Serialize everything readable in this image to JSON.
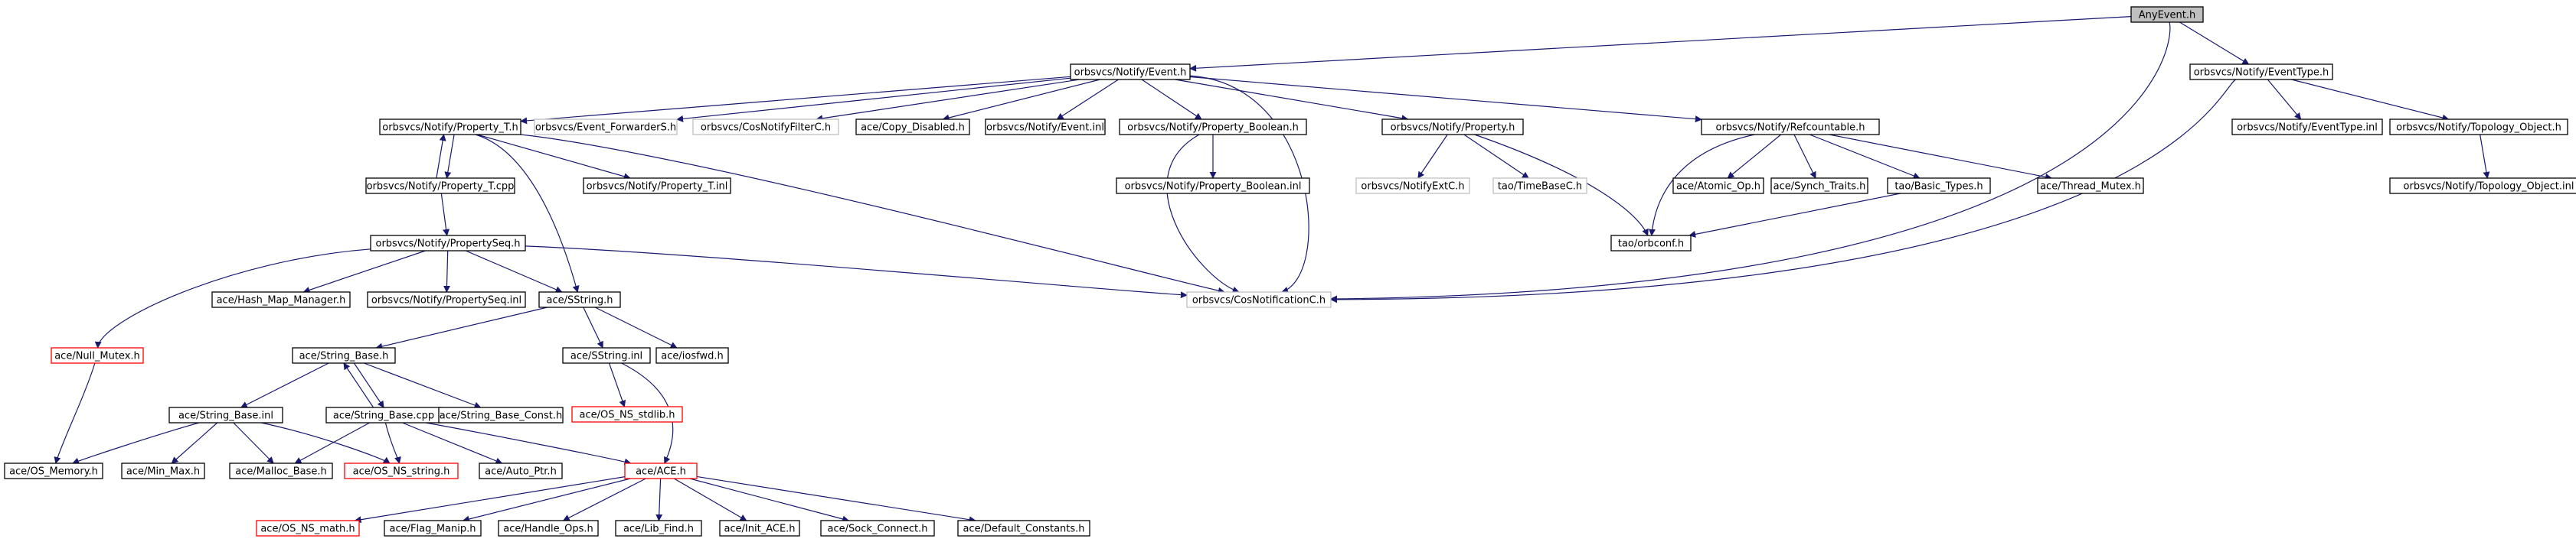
{
  "diagram": {
    "colors": {
      "edge": "#191970",
      "border_default": "#000000",
      "border_truncated": "#ff0000",
      "border_external": "#bfbfbf",
      "fill_root": "#bfbfbf",
      "fill_default": "#ffffff"
    },
    "nodes": [
      {
        "id": "anyevent_h",
        "label": "AnyEvent.h",
        "style": "root"
      },
      {
        "id": "event_h",
        "label": "orbsvcs/Notify/Event.h",
        "style": "default"
      },
      {
        "id": "eventtype_h",
        "label": "orbsvcs/Notify/EventType.h",
        "style": "default"
      },
      {
        "id": "property_t_h",
        "label": "orbsvcs/Notify/Property_T.h",
        "style": "default"
      },
      {
        "id": "event_forwarders_h",
        "label": "orbsvcs/Event_ForwarderS.h",
        "style": "external"
      },
      {
        "id": "cosnotifyfilterc_h",
        "label": "orbsvcs/CosNotifyFilterC.h",
        "style": "external"
      },
      {
        "id": "copy_disabled_h",
        "label": "ace/Copy_Disabled.h",
        "style": "default"
      },
      {
        "id": "event_inl",
        "label": "orbsvcs/Notify/Event.inl",
        "style": "default"
      },
      {
        "id": "property_boolean_h",
        "label": "orbsvcs/Notify/Property_Boolean.h",
        "style": "default"
      },
      {
        "id": "property_h",
        "label": "orbsvcs/Notify/Property.h",
        "style": "default"
      },
      {
        "id": "refcountable_h",
        "label": "orbsvcs/Notify/Refcountable.h",
        "style": "default"
      },
      {
        "id": "eventtype_inl",
        "label": "orbsvcs/Notify/EventType.inl",
        "style": "default"
      },
      {
        "id": "topology_object_h",
        "label": "orbsvcs/Notify/Topology_Object.h",
        "style": "default"
      },
      {
        "id": "property_t_cpp",
        "label": "orbsvcs/Notify/Property_T.cpp",
        "style": "default"
      },
      {
        "id": "property_t_inl",
        "label": "orbsvcs/Notify/Property_T.inl",
        "style": "default"
      },
      {
        "id": "property_boolean_inl",
        "label": "orbsvcs/Notify/Property_Boolean.inl",
        "style": "default"
      },
      {
        "id": "notifyextc_h",
        "label": "orbsvcs/NotifyExtC.h",
        "style": "external"
      },
      {
        "id": "timebasec_h",
        "label": "tao/TimeBaseC.h",
        "style": "external"
      },
      {
        "id": "atomic_op_h",
        "label": "ace/Atomic_Op.h",
        "style": "default"
      },
      {
        "id": "synch_traits_h",
        "label": "ace/Synch_Traits.h",
        "style": "default"
      },
      {
        "id": "basic_types_h",
        "label": "tao/Basic_Types.h",
        "style": "default"
      },
      {
        "id": "thread_mutex_h",
        "label": "ace/Thread_Mutex.h",
        "style": "default"
      },
      {
        "id": "topology_object_inl",
        "label": "orbsvcs/Notify/Topology_Object.inl",
        "style": "default"
      },
      {
        "id": "propertyseq_h",
        "label": "orbsvcs/Notify/PropertySeq.h",
        "style": "default"
      },
      {
        "id": "orbconf_h",
        "label": "tao/orbconf.h",
        "style": "default"
      },
      {
        "id": "hash_map_manager_h",
        "label": "ace/Hash_Map_Manager.h",
        "style": "default"
      },
      {
        "id": "propertyseq_inl",
        "label": "orbsvcs/Notify/PropertySeq.inl",
        "style": "default"
      },
      {
        "id": "sstring_h",
        "label": "ace/SString.h",
        "style": "default"
      },
      {
        "id": "cosnotificationc_h",
        "label": "orbsvcs/CosNotificationC.h",
        "style": "external"
      },
      {
        "id": "null_mutex_h",
        "label": "ace/Null_Mutex.h",
        "style": "truncated"
      },
      {
        "id": "string_base_h",
        "label": "ace/String_Base.h",
        "style": "default"
      },
      {
        "id": "sstring_inl",
        "label": "ace/SString.inl",
        "style": "default"
      },
      {
        "id": "iosfwd_h",
        "label": "ace/iosfwd.h",
        "style": "default"
      },
      {
        "id": "os_ns_stdlib_h",
        "label": "ace/OS_NS_stdlib.h",
        "style": "truncated"
      },
      {
        "id": "string_base_inl",
        "label": "ace/String_Base.inl",
        "style": "default"
      },
      {
        "id": "string_base_cpp",
        "label": "ace/String_Base.cpp",
        "style": "default"
      },
      {
        "id": "string_base_const_h",
        "label": "ace/String_Base_Const.h",
        "style": "default"
      },
      {
        "id": "os_memory_h",
        "label": "ace/OS_Memory.h",
        "style": "default"
      },
      {
        "id": "min_max_h",
        "label": "ace/Min_Max.h",
        "style": "default"
      },
      {
        "id": "malloc_base_h",
        "label": "ace/Malloc_Base.h",
        "style": "default"
      },
      {
        "id": "os_ns_string_h",
        "label": "ace/OS_NS_string.h",
        "style": "truncated"
      },
      {
        "id": "auto_ptr_h",
        "label": "ace/Auto_Ptr.h",
        "style": "default"
      },
      {
        "id": "ace_h",
        "label": "ace/ACE.h",
        "style": "truncated"
      },
      {
        "id": "os_ns_math_h",
        "label": "ace/OS_NS_math.h",
        "style": "truncated"
      },
      {
        "id": "flag_manip_h",
        "label": "ace/Flag_Manip.h",
        "style": "default"
      },
      {
        "id": "handle_ops_h",
        "label": "ace/Handle_Ops.h",
        "style": "default"
      },
      {
        "id": "lib_find_h",
        "label": "ace/Lib_Find.h",
        "style": "default"
      },
      {
        "id": "init_ace_h",
        "label": "ace/Init_ACE.h",
        "style": "default"
      },
      {
        "id": "sock_connect_h",
        "label": "ace/Sock_Connect.h",
        "style": "default"
      },
      {
        "id": "default_constants_h",
        "label": "ace/Default_Constants.h",
        "style": "default"
      }
    ],
    "edges": [
      [
        "anyevent_h",
        "event_h"
      ],
      [
        "anyevent_h",
        "eventtype_h"
      ],
      [
        "anyevent_h",
        "cosnotificationc_h"
      ],
      [
        "event_h",
        "property_t_h"
      ],
      [
        "event_h",
        "event_forwarders_h"
      ],
      [
        "event_h",
        "cosnotifyfilterc_h"
      ],
      [
        "event_h",
        "copy_disabled_h"
      ],
      [
        "event_h",
        "event_inl"
      ],
      [
        "event_h",
        "property_boolean_h"
      ],
      [
        "event_h",
        "property_h"
      ],
      [
        "event_h",
        "refcountable_h"
      ],
      [
        "event_h",
        "cosnotificationc_h"
      ],
      [
        "eventtype_h",
        "eventtype_inl"
      ],
      [
        "eventtype_h",
        "topology_object_h"
      ],
      [
        "eventtype_h",
        "cosnotificationc_h"
      ],
      [
        "topology_object_h",
        "topology_object_inl"
      ],
      [
        "property_t_h",
        "property_t_cpp"
      ],
      [
        "property_t_cpp",
        "property_t_h"
      ],
      [
        "property_t_h",
        "property_t_inl"
      ],
      [
        "property_t_h",
        "sstring_h"
      ],
      [
        "property_t_h",
        "cosnotificationc_h"
      ],
      [
        "property_t_cpp",
        "propertyseq_h"
      ],
      [
        "property_boolean_h",
        "property_boolean_inl"
      ],
      [
        "property_boolean_h",
        "cosnotificationc_h"
      ],
      [
        "property_h",
        "notifyextc_h"
      ],
      [
        "property_h",
        "timebasec_h"
      ],
      [
        "property_h",
        "orbconf_h"
      ],
      [
        "refcountable_h",
        "orbconf_h"
      ],
      [
        "refcountable_h",
        "atomic_op_h"
      ],
      [
        "refcountable_h",
        "synch_traits_h"
      ],
      [
        "refcountable_h",
        "basic_types_h"
      ],
      [
        "refcountable_h",
        "thread_mutex_h"
      ],
      [
        "basic_types_h",
        "orbconf_h"
      ],
      [
        "propertyseq_h",
        "null_mutex_h"
      ],
      [
        "propertyseq_h",
        "hash_map_manager_h"
      ],
      [
        "propertyseq_h",
        "propertyseq_inl"
      ],
      [
        "propertyseq_h",
        "sstring_h"
      ],
      [
        "propertyseq_h",
        "cosnotificationc_h"
      ],
      [
        "sstring_h",
        "string_base_h"
      ],
      [
        "sstring_h",
        "sstring_inl"
      ],
      [
        "sstring_h",
        "iosfwd_h"
      ],
      [
        "sstring_inl",
        "os_ns_stdlib_h"
      ],
      [
        "sstring_inl",
        "ace_h"
      ],
      [
        "null_mutex_h",
        "os_memory_h"
      ],
      [
        "string_base_h",
        "string_base_inl"
      ],
      [
        "string_base_h",
        "string_base_cpp"
      ],
      [
        "string_base_cpp",
        "string_base_h"
      ],
      [
        "string_base_h",
        "string_base_const_h"
      ],
      [
        "string_base_inl",
        "os_memory_h"
      ],
      [
        "string_base_inl",
        "min_max_h"
      ],
      [
        "string_base_inl",
        "malloc_base_h"
      ],
      [
        "string_base_inl",
        "os_ns_string_h"
      ],
      [
        "string_base_cpp",
        "malloc_base_h"
      ],
      [
        "string_base_cpp",
        "os_ns_string_h"
      ],
      [
        "string_base_cpp",
        "auto_ptr_h"
      ],
      [
        "string_base_cpp",
        "ace_h"
      ],
      [
        "ace_h",
        "os_ns_math_h"
      ],
      [
        "ace_h",
        "flag_manip_h"
      ],
      [
        "ace_h",
        "handle_ops_h"
      ],
      [
        "ace_h",
        "lib_find_h"
      ],
      [
        "ace_h",
        "init_ace_h"
      ],
      [
        "ace_h",
        "sock_connect_h"
      ],
      [
        "ace_h",
        "default_constants_h"
      ]
    ]
  }
}
